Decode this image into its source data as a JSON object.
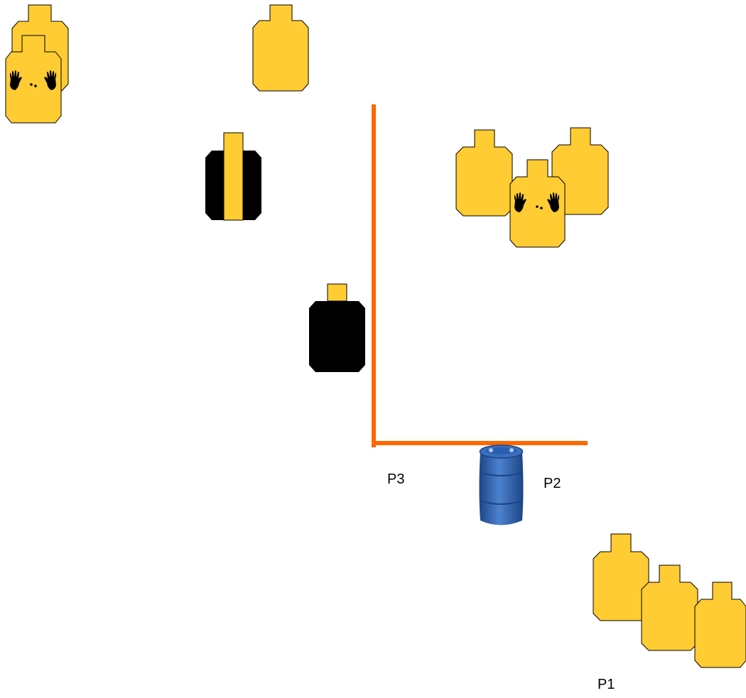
{
  "colors": {
    "target_yellow": "#ffcc33",
    "target_outline": "#000000",
    "no_shoot_black": "#000000",
    "wall_orange": "#ff6600",
    "barrel_blue": "#2b5fae",
    "barrel_dark": "#1d4585",
    "barrel_light": "#4d82cf"
  },
  "icons": {
    "hands": "hands-icon",
    "barrel": "barrel-icon"
  },
  "labels": {
    "p1": "P1",
    "p2": "P2",
    "p3": "P3"
  }
}
